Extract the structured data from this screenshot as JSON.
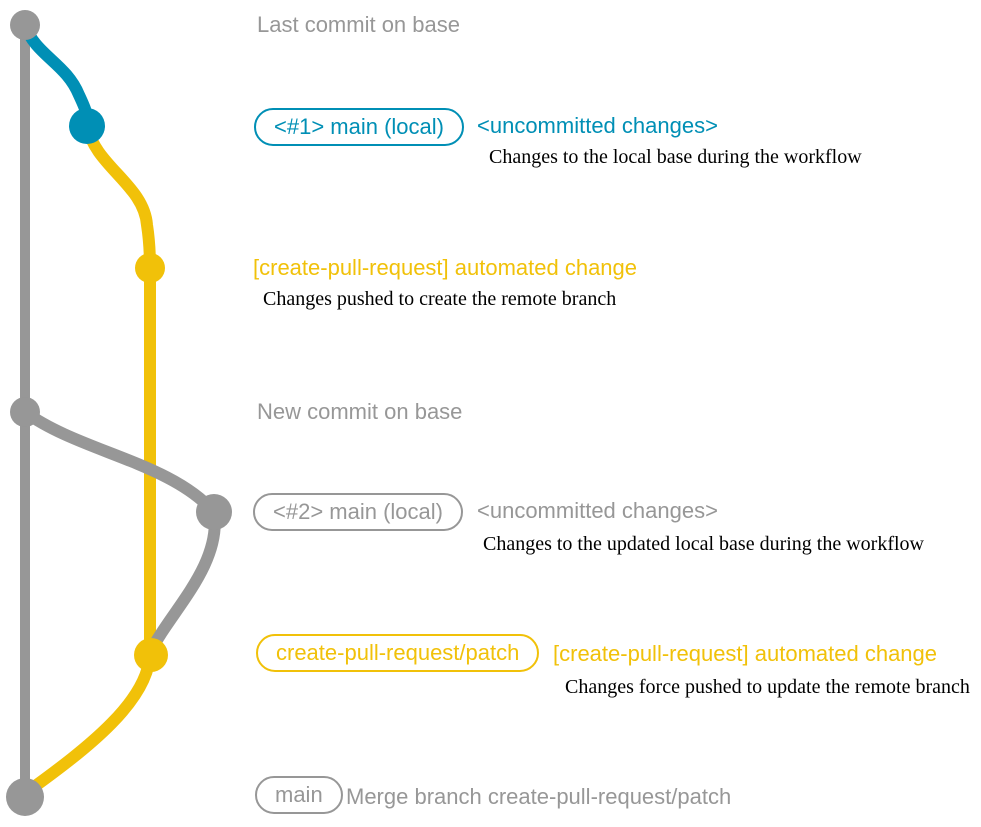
{
  "diagram_type": "git-branch-graph",
  "colors": {
    "gray": "#979797",
    "blue": "#008fb5",
    "yellow": "#f1c109",
    "annotation_text": "#000000",
    "background": "#ffffff"
  },
  "commits": [
    {
      "message": "Last commit on base"
    },
    {
      "tag": "<#1> main (local)",
      "message": "<uncommitted changes>",
      "annotation": "Changes to the local base during the workflow"
    },
    {
      "message": "[create-pull-request] automated change",
      "annotation": "Changes pushed to create the remote branch"
    },
    {
      "message": "New commit on base"
    },
    {
      "tag": "<#2> main (local)",
      "message": "<uncommitted changes>",
      "annotation": "Changes to the updated local base during the workflow"
    },
    {
      "tag": "create-pull-request/patch",
      "message": "[create-pull-request] automated change",
      "annotation": "Changes force pushed to update the remote branch"
    },
    {
      "tag": "main",
      "message": "Merge branch create-pull-request/patch"
    }
  ]
}
